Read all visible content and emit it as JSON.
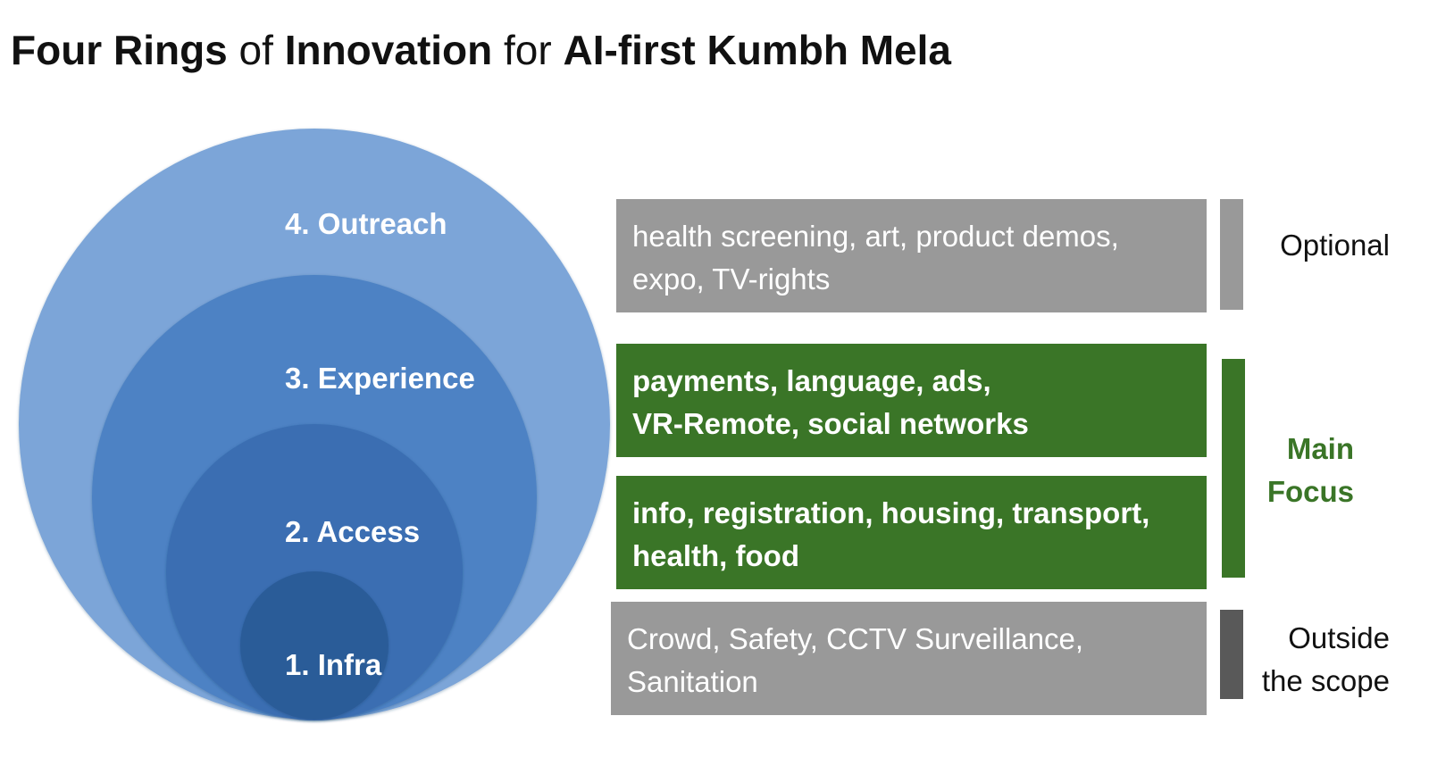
{
  "title": {
    "part1": "Four Rings",
    "part2": " of ",
    "part3": "Innovation",
    "part4": " for ",
    "part5": "AI-first Kumbh Mela"
  },
  "rings": [
    {
      "label": "4. Outreach",
      "color": "#7ba5d8"
    },
    {
      "label": "3. Experience",
      "color": "#4d82c4"
    },
    {
      "label": "2. Access",
      "color": "#3a6eb2"
    },
    {
      "label": "1. Infra",
      "color": "#2c5b98"
    }
  ],
  "boxes": {
    "outreach": {
      "line1": "health screening, art, product demos,",
      "line2": "expo, TV-rights"
    },
    "experience": {
      "line1": "payments, language, ads,",
      "line2": "VR-Remote, social networks"
    },
    "access": {
      "line1": "info, registration, housing, transport,",
      "line2": "health, food"
    },
    "infra": {
      "line1": "Crowd, Safety, CCTV Surveillance,",
      "line2": "Sanitation"
    }
  },
  "labels": {
    "optional": "Optional",
    "main_focus_1": "Main",
    "main_focus_2": "Focus",
    "outside_1": "Outside",
    "outside_2": "the scope"
  },
  "colors": {
    "gray_box": "#999999",
    "green_box": "#3a7527",
    "dark_bar": "#595959"
  }
}
